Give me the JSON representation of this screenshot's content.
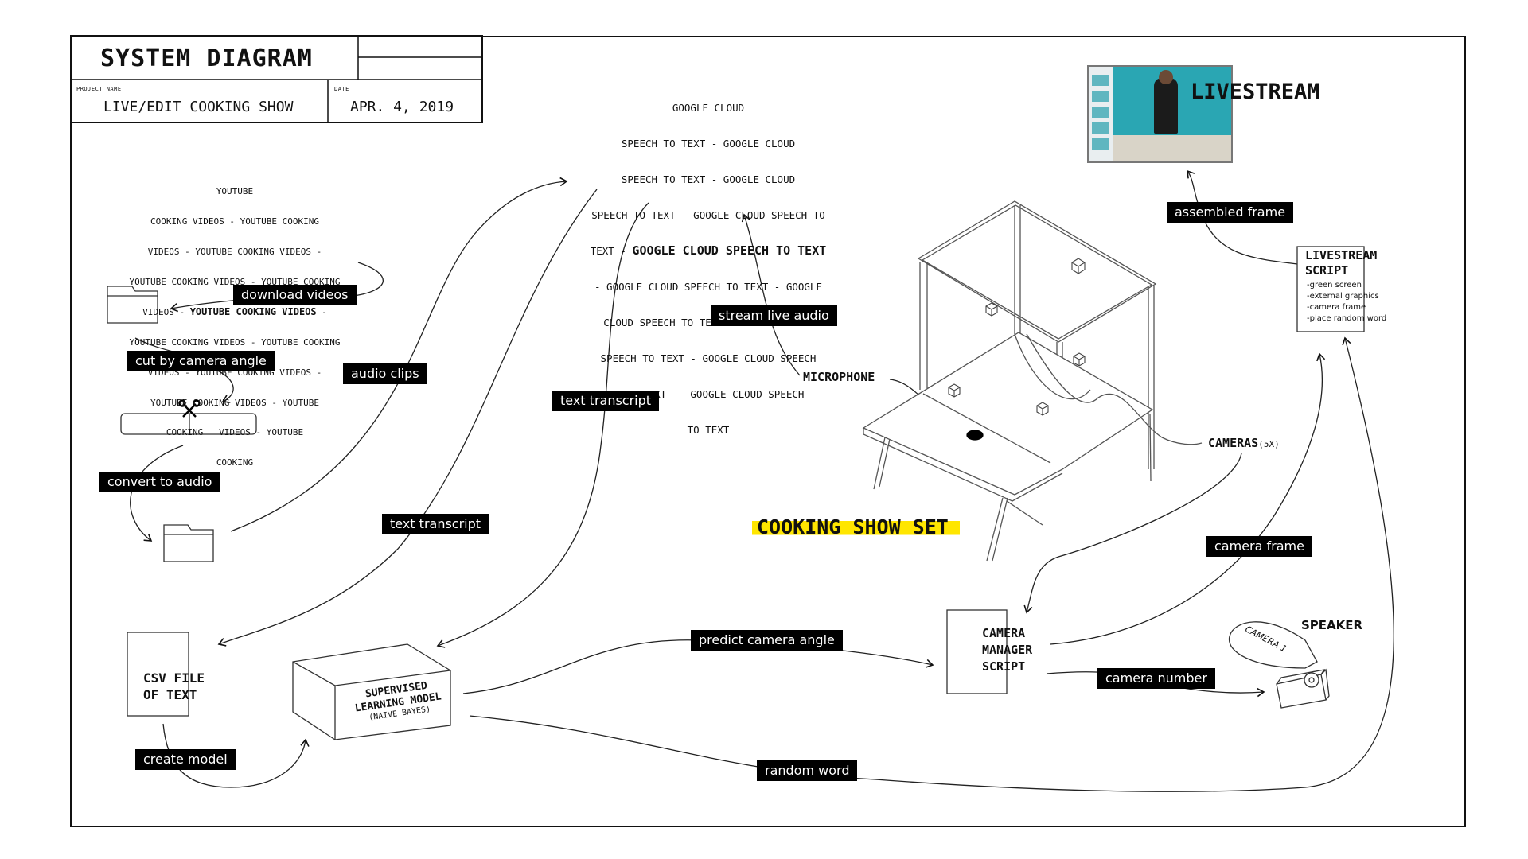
{
  "title_block": {
    "title": "SYSTEM DIAGRAM",
    "project_label": "PROJECT NAME",
    "project_name": "LIVE/EDIT COOKING SHOW",
    "date_label": "DATE",
    "date": "APR. 4, 2019"
  },
  "youtube_text": {
    "lines": [
      "YOUTUBE",
      "COOKING VIDEOS - YOUTUBE COOKING",
      "VIDEOS - YOUTUBE COOKING VIDEOS -",
      "YOUTUBE COOKING VIDEOS - YOUTUBE COOKING"
    ],
    "bold_prefix": "VIDEOS - ",
    "bold_text": "YOUTUBE COOKING VIDEOS",
    "bold_suffix": " -",
    "lines_after": [
      "YOUTUBE COOKING VIDEOS - YOUTUBE COOKING",
      "VIDEOS - YOUTUBE COOKING VIDEOS -",
      "YOUTUBE COOKING VIDEOS - YOUTUBE",
      "COOKING   VIDEOS - YOUTUBE",
      "COOKING"
    ]
  },
  "google_text": {
    "lines": [
      "GOOGLE CLOUD",
      "SPEECH TO TEXT - GOOGLE CLOUD",
      "SPEECH TO TEXT - GOOGLE CLOUD",
      "SPEECH TO TEXT - GOOGLE CLOUD SPEECH TO"
    ],
    "bold_prefix": "TEXT - ",
    "bold_text": "GOOGLE CLOUD SPEECH TO TEXT",
    "lines_after": [
      "- GOOGLE CLOUD SPEECH TO TEXT - GOOGLE",
      "CLOUD SPEECH TO TEXT - GOOGLE CLOUD",
      "SPEECH TO TEXT - GOOGLE CLOUD SPEECH",
      "TO   TEXT -  GOOGLE CLOUD SPEECH",
      "TO TEXT"
    ]
  },
  "nodes": {
    "livestream": "LIVESTREAM",
    "livestream_script_title": "LIVESTREAM\nSCRIPT",
    "livestream_script_items": [
      "-green screen",
      "-external graphics",
      "-camera frame",
      "-place random word"
    ],
    "microphone": "MICROPHONE",
    "cameras": "CAMERAS",
    "cameras_count": "(5X)",
    "set_title": "COOKING SHOW SET",
    "camera_manager": "CAMERA\nMANAGER\nSCRIPT",
    "speaker": "SPEAKER",
    "camera_1": "CAMERA 1",
    "csv": "CSV FILE\nOF TEXT",
    "model_title": "SUPERVISED\nLEARNING MODEL",
    "model_sub": "(NAIVE BAYES)"
  },
  "edge_labels": {
    "download_videos": "download videos",
    "cut_by_camera_angle": "cut by camera angle",
    "convert_to_audio": "convert to audio",
    "audio_clips": "audio clips",
    "text_transcript_1": "text transcript",
    "text_transcript_2": "text transcript",
    "stream_live_audio": "stream live audio",
    "assembled_frame": "assembled frame",
    "camera_frame": "camera frame",
    "predict_camera_angle": "predict camera angle",
    "camera_number": "camera number",
    "create_model": "create model",
    "random_word": "random word"
  },
  "colors": {
    "highlight": "#ffe600",
    "ink": "#111111",
    "label_bg": "#000000",
    "screen": "#2aa6b3"
  },
  "icons": [
    "folder-icon",
    "scissors-icon",
    "monitor-icon",
    "camera-cube-icon",
    "speaker-icon"
  ]
}
